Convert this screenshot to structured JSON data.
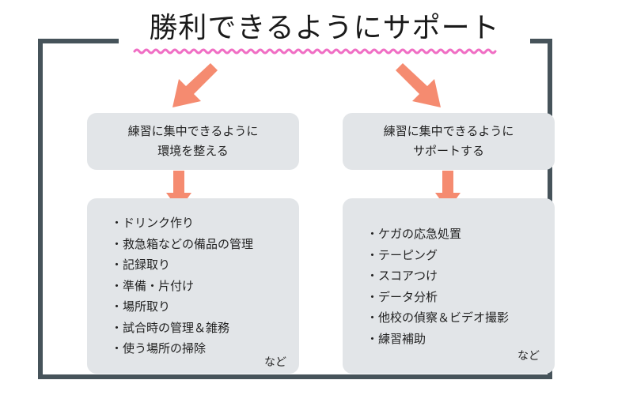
{
  "title": "勝利できるようにサポート",
  "colors": {
    "frame": "#46535a",
    "wave": "#f06ec4",
    "arrow": "#f58b70",
    "box": "#e2e5e8"
  },
  "left": {
    "heading_line1": "練習に集中できるように",
    "heading_line2": "環境を整える",
    "items": [
      "ドリンク作り",
      "救急箱などの備品の管理",
      "記録取り",
      "準備・片付け",
      "場所取り",
      "試合時の管理＆雑務",
      "使う場所の掃除"
    ],
    "note": "など"
  },
  "right": {
    "heading_line1": "練習に集中できるように",
    "heading_line2": "サポートする",
    "items": [
      "ケガの応急処置",
      "テーピング",
      "スコアつけ",
      "データ分析",
      "他校の偵察＆ビデオ撮影",
      "練習補助"
    ],
    "note": "など"
  },
  "bullet": "・"
}
